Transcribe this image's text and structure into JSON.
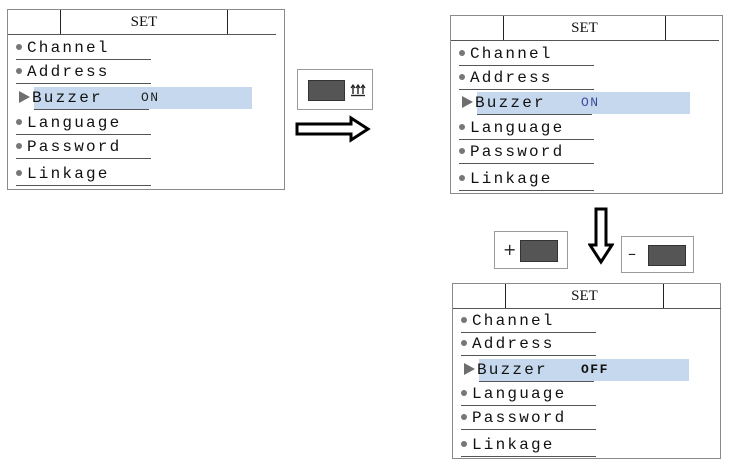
{
  "screens": [
    {
      "title": "SET",
      "items": [
        "Channel",
        "Address",
        "Buzzer",
        "Language",
        "Password",
        "Linkage"
      ],
      "selected_index": 2,
      "selected_value": "ON"
    },
    {
      "title": "SET",
      "items": [
        "Channel",
        "Address",
        "Buzzer",
        "Language",
        "Password",
        "Linkage"
      ],
      "selected_index": 2,
      "selected_value": "ON"
    },
    {
      "title": "SET",
      "items": [
        "Channel",
        "Address",
        "Buzzer",
        "Language",
        "Password",
        "Linkage"
      ],
      "selected_index": 2,
      "selected_value": "OFF"
    }
  ],
  "keys": {
    "enter_icon": "enter-arrows-icon",
    "plus_label": "+",
    "minus_label": "–"
  },
  "colors": {
    "highlight": "#c6d8ee",
    "value_on": "#3b4d9a",
    "value_off": "#111111",
    "key_dark": "#555555"
  }
}
